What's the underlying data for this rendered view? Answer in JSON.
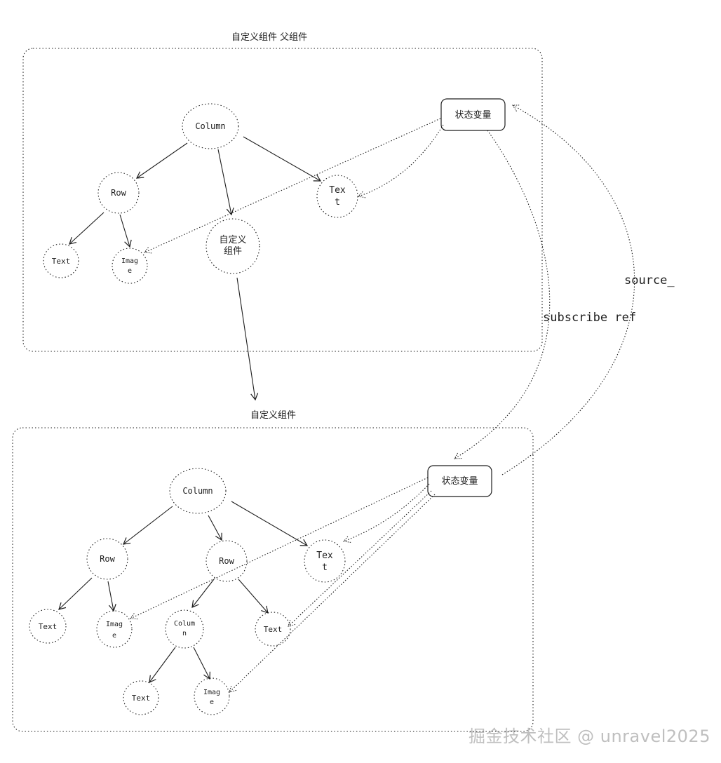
{
  "titles": {
    "parent_frame": "自定义组件  父组件",
    "child_frame": "自定义组件"
  },
  "parent": {
    "column": "Column",
    "row": "Row",
    "text_left": "Text",
    "image": [
      "Imag",
      "e"
    ],
    "custom": [
      "自定义",
      "组件"
    ],
    "text_right": [
      "Tex",
      "t"
    ],
    "state": "状态变量"
  },
  "child": {
    "column": "Column",
    "row_left": "Row",
    "row_mid": "Row",
    "text_left": "Text",
    "image_left": [
      "Imag",
      "e"
    ],
    "column_small": [
      "Colum",
      "n"
    ],
    "text_mid": "Text",
    "text_right": [
      "Tex",
      "t"
    ],
    "text_bottom": "Text",
    "image_bottom": [
      "Imag",
      "e"
    ],
    "state": "状态变量"
  },
  "edges": {
    "subscribe": "subscribe ref",
    "source": "source_"
  },
  "watermark": "掘金技术社区 @ unravel2025",
  "colors": {
    "stroke": "#1e1e1e",
    "watermark": "#bfbfbf"
  }
}
